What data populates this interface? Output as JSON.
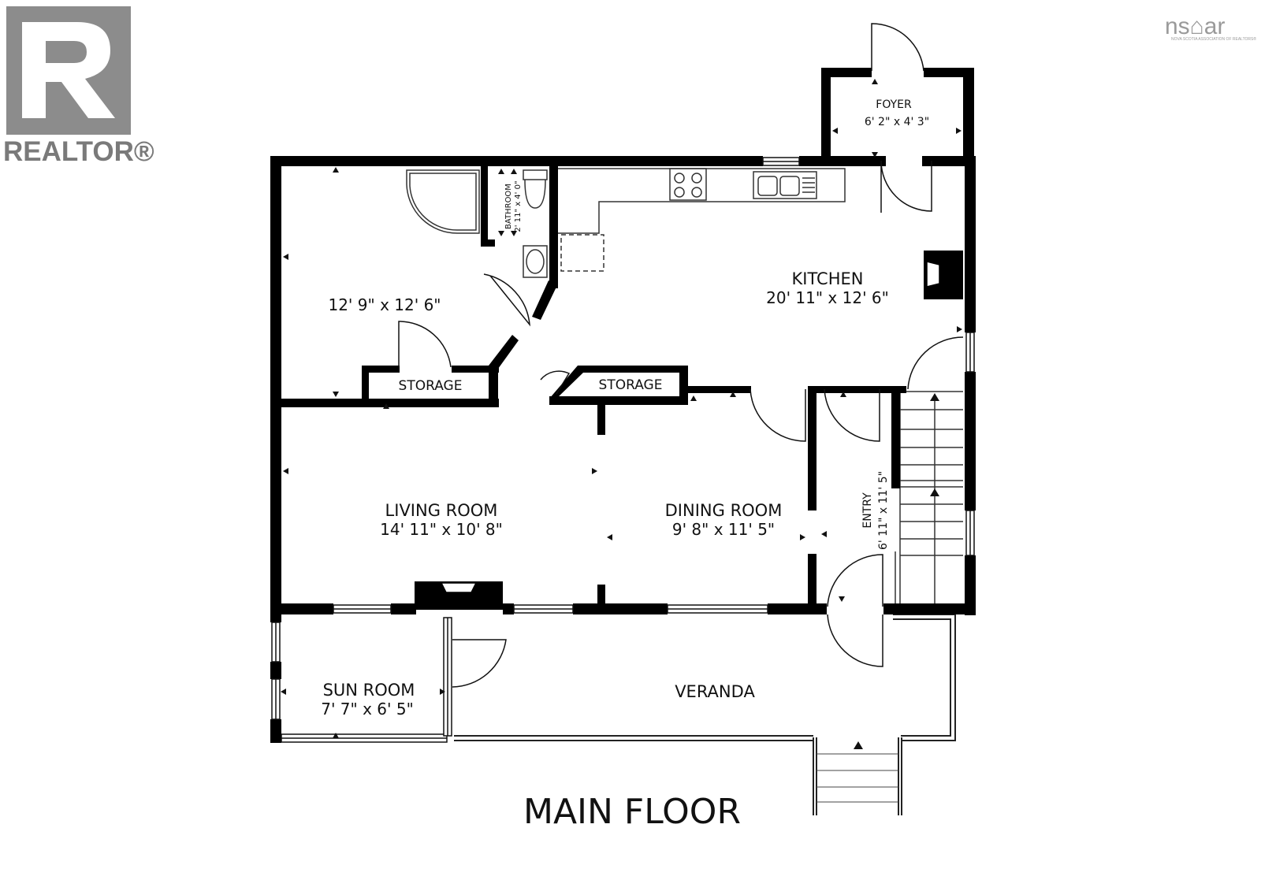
{
  "brand": {
    "realtor_label": "REALTOR®",
    "nsar_logo": "ns⌂ar",
    "nsar_tagline": "NOVA SCOTIA ASSOCIATION OF REALTORS®"
  },
  "floor_title": "MAIN FLOOR",
  "rooms": {
    "foyer": {
      "name": "FOYER",
      "dims": "6' 2\" x 4' 3\""
    },
    "bedroom": {
      "name": "",
      "dims": "12' 9\" x 12' 6\""
    },
    "bathroom": {
      "name": "BATHROOM",
      "dims": "2' 11\" x 4' 0\""
    },
    "kitchen": {
      "name": "KITCHEN",
      "dims": "20' 11\" x 12' 6\""
    },
    "storage_left": {
      "name": "STORAGE"
    },
    "storage_right": {
      "name": "STORAGE"
    },
    "living": {
      "name": "LIVING ROOM",
      "dims": "14' 11\" x 10' 8\""
    },
    "dining": {
      "name": "DINING ROOM",
      "dims": "9' 8\" x 11' 5\""
    },
    "entry": {
      "name": "ENTRY",
      "dims": "6' 11\" x 11' 5\""
    },
    "sunroom": {
      "name": "SUN ROOM",
      "dims": "7' 7\" x 6' 5\""
    },
    "veranda": {
      "name": "VERANDA"
    }
  },
  "colors": {
    "wall": "#000000",
    "fixture": "#555555",
    "logo_gray": "#8c8c8c"
  }
}
